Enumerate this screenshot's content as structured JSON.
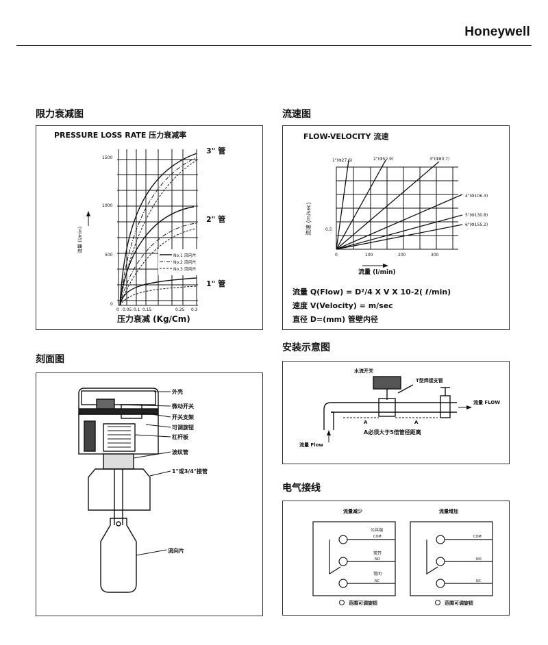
{
  "header": {
    "brand": "Honeywell"
  },
  "sections": {
    "pressure": "限力衰减图",
    "flow": "流速图",
    "section": "刻面图",
    "install": "安装示意图",
    "wiring": "电气接线"
  },
  "pressure_chart": {
    "title": "PRESSURE LOSS RATE  压力衰减率",
    "ylabel": "流量 (l/min)",
    "xlabel": "压力衰减 (Kg/Cm)",
    "yticks": [
      "1500",
      "1000",
      "500",
      "0"
    ],
    "xticks": [
      "0",
      "0.05",
      "0.1",
      "0.15",
      "0.25",
      "0.3"
    ],
    "curve_labels": [
      "3\" 管",
      "2\" 管",
      "1\" 管"
    ],
    "legend": [
      "No.1  流向片",
      "No.2  流向片",
      "No.3  流向片"
    ]
  },
  "flow_chart": {
    "title": "FLOW-VELOCITY  流速",
    "ylabel": "流速 (m/sec)",
    "xlabel": "流量 (l/min)",
    "ytick": "0.5",
    "xticks": [
      "0",
      "100",
      "200",
      "300"
    ],
    "pipe_labels": [
      "1\"(Φ27.6)",
      "2\"(Φ52.9)",
      "3\"(Φ80.7)",
      "4\"(Φ106.3)",
      "5\"(Φ130.8)",
      "6\"(Φ155.2)"
    ],
    "formulas": [
      "流量 Q(Flow)  =  D²/4 X V X 10-2( ℓ/min)",
      "速度 V(Velocity)  =  m/sec",
      "直径 D=(mm) 管壁内径"
    ]
  },
  "section_drawing": {
    "labels": [
      "外壳",
      "微动开关",
      "开关支架",
      "可调旋钮",
      "杠杆板",
      "波纹管",
      "1\"或3/4\"接管",
      "流向片"
    ]
  },
  "install_diagram": {
    "switch": "水流开关",
    "tee": "T型焊接支管",
    "flow_out": "流量 FLOW",
    "dim": "A",
    "note": "A必须大于5倍管径距离",
    "flow_in": "流量 Flow"
  },
  "wiring": {
    "left_title": "流量减少",
    "right_title": "流量增加",
    "left_terms": [
      "公共端",
      "COM",
      "常开",
      "NO",
      "常闭",
      "NC"
    ],
    "right_terms": [
      "COM",
      "NO",
      "NC"
    ],
    "adjust": "范围可调旋钮"
  }
}
